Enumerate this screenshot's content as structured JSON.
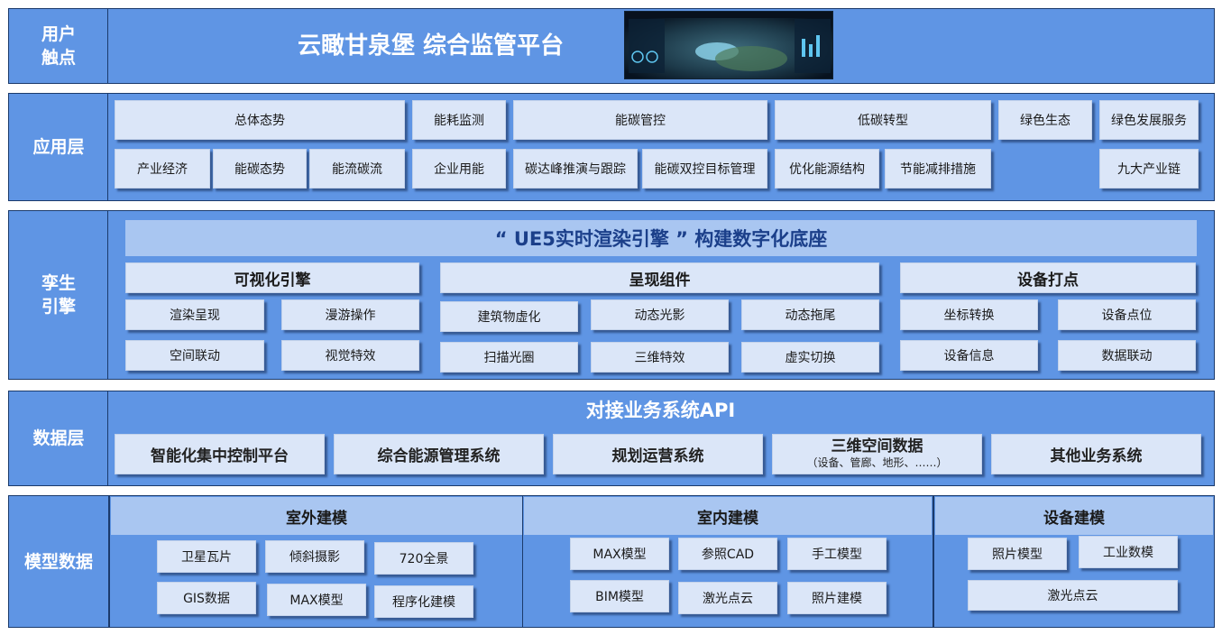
{
  "rows": {
    "touch": {
      "label": "用户\n触点",
      "title": "云瞰甘泉堡 综合监管平台"
    },
    "app": {
      "label": "应用层",
      "headers": [
        "总体态势",
        "能耗监测",
        "能碳管控",
        "低碳转型",
        "绿色生态",
        "绿色发展服务"
      ],
      "items": [
        "产业经济",
        "能碳态势",
        "能流碳流",
        "企业用能",
        "碳达峰推演与跟踪",
        "能碳双控目标管理",
        "优化能源结构",
        "节能减排措施",
        "九大产业链"
      ]
    },
    "twin": {
      "label": "孪生\n引擎",
      "banner": "“ UE5实时渲染引擎 ” 构建数字化底座",
      "groups": [
        {
          "title": "可视化引擎",
          "items": [
            "渲染呈现",
            "漫游操作",
            "空间联动",
            "视觉特效"
          ]
        },
        {
          "title": "呈现组件",
          "items": [
            "建筑物虚化",
            "动态光影",
            "动态拖尾",
            "扫描光圈",
            "三维特效",
            "虚实切换"
          ]
        },
        {
          "title": "设备打点",
          "items": [
            "坐标转换",
            "设备点位",
            "设备信息",
            "数据联动"
          ]
        }
      ]
    },
    "data": {
      "label": "数据层",
      "api_title": "对接业务系统API",
      "systems": [
        "智能化集中控制平台",
        "综合能源管理系统",
        "规划运营系统",
        "三维空间数据",
        "其他业务系统"
      ],
      "systems_note": "（设备、管廊、地形、……）"
    },
    "model": {
      "label": "模型数据",
      "groups": [
        {
          "title": "室外建模",
          "items": [
            "卫星瓦片",
            "倾斜摄影",
            "720全景",
            "GIS数据",
            "MAX模型",
            "程序化建模"
          ]
        },
        {
          "title": "室内建模",
          "items": [
            "MAX模型",
            "参照CAD",
            "手工模型",
            "BIM模型",
            "激光点云",
            "照片建模"
          ]
        },
        {
          "title": "设备建模",
          "items": [
            "照片模型",
            "工业数模",
            "激光点云"
          ]
        }
      ]
    }
  },
  "colors": {
    "layer_bg": "#5f95e4",
    "box_bg": "#dbe6f8",
    "band_bg": "#a9c6f1",
    "border": "#1b3a6b",
    "banner_text": "#1b3f8a"
  }
}
